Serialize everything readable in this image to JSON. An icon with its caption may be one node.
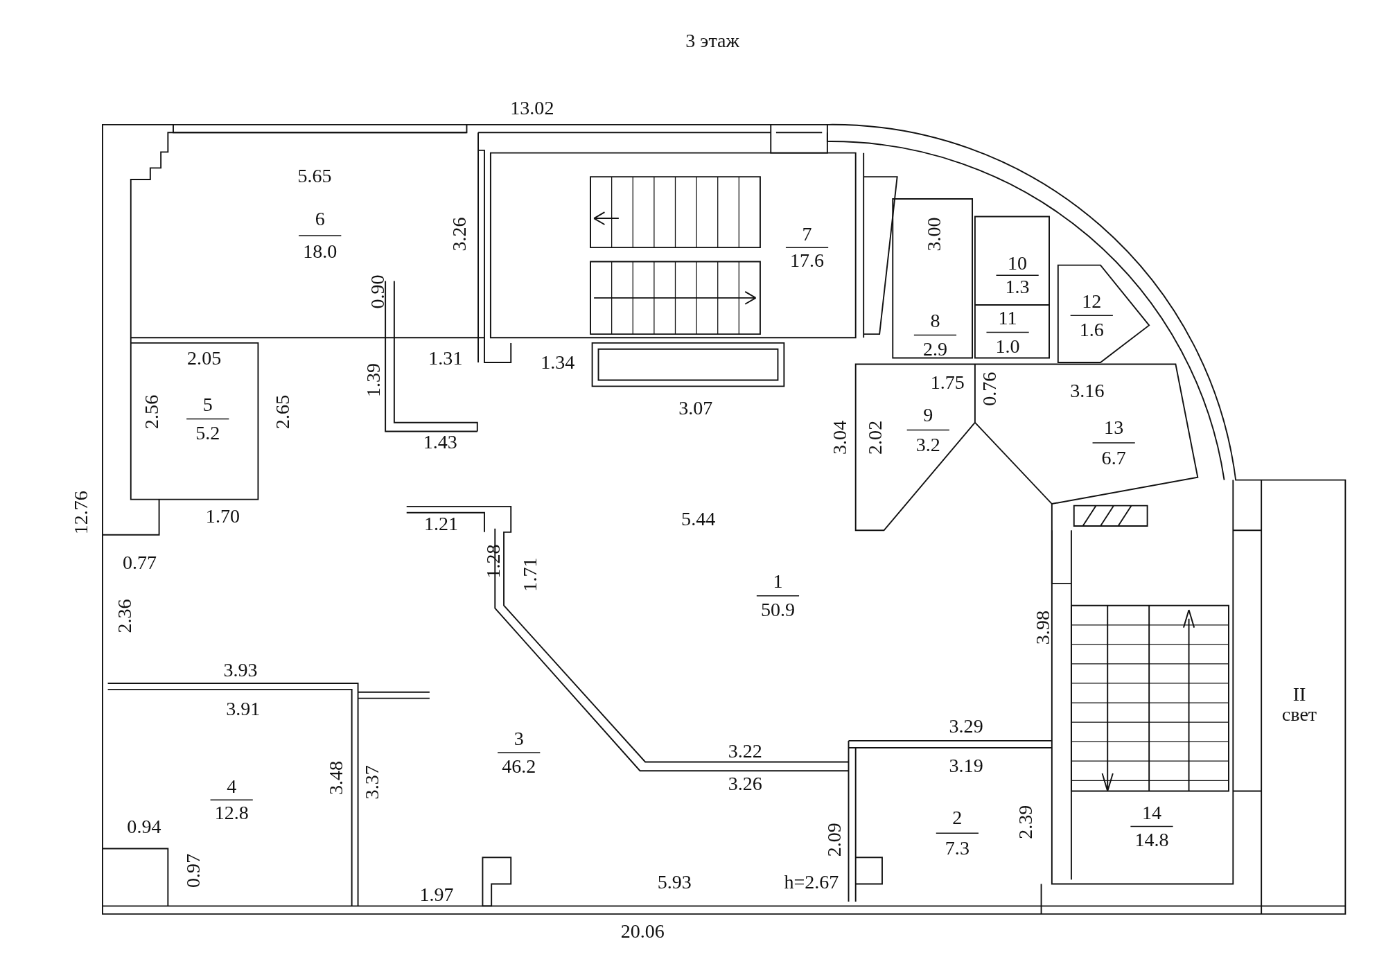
{
  "diagram": {
    "title": "3 этаж",
    "labels": [
      "13.02",
      "5.65",
      "6",
      "18.0",
      "3.26",
      "7",
      "17.6",
      "3.00",
      "10",
      "1.3",
      "0.90",
      "8",
      "2.9",
      "12",
      "1.6",
      "11",
      "1.0",
      "2.05",
      "1.31",
      "1.34",
      "1.39",
      "1.75",
      "0.76",
      "3.16",
      "3.07",
      "2.56",
      "5",
      "5.2",
      "2.65",
      "1.43",
      "3.04",
      "2.02",
      "9",
      "3.2",
      "13",
      "6.7",
      "12.76",
      "1.70",
      "1.21",
      "5.44",
      "0.77",
      "1.28",
      "1.71",
      "1",
      "50.9",
      "2.36",
      "3.98",
      "3.93",
      "II свет",
      "3.91",
      "3.29",
      "3.22",
      "3.19",
      "3",
      "46.2",
      "4",
      "12.8",
      "3.48",
      "3.37",
      "3.26",
      "0.94",
      "2.09",
      "2",
      "7.3",
      "2.39",
      "14",
      "14.8",
      "0.97",
      "1.97",
      "5.93",
      "h=2.67",
      "20.06"
    ]
  }
}
